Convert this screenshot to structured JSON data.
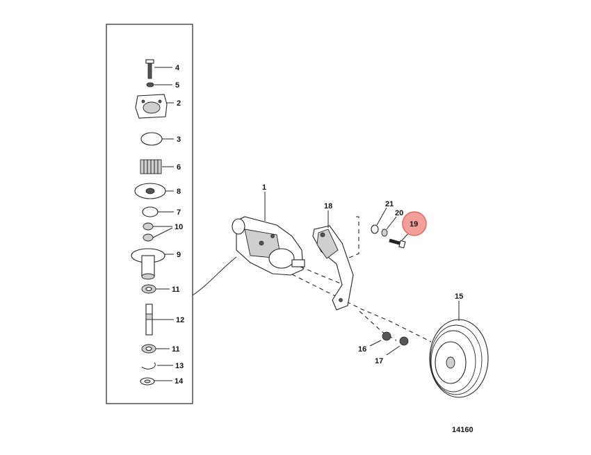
{
  "diagram": {
    "figure_number": "14160",
    "highlighted_callout": "19",
    "highlight_color": "#f4a09a",
    "highlight_stroke": "#e06a60",
    "callouts": {
      "c1": "1",
      "c2": "2",
      "c3": "3",
      "c4": "4",
      "c5": "5",
      "c6": "6",
      "c7": "7",
      "c8": "8",
      "c9": "9",
      "c10": "10",
      "c11a": "11",
      "c11b": "11",
      "c12": "12",
      "c13": "13",
      "c14": "14",
      "c15": "15",
      "c16": "16",
      "c17": "17",
      "c18": "18",
      "c19": "19",
      "c20": "20",
      "c21": "21"
    }
  }
}
